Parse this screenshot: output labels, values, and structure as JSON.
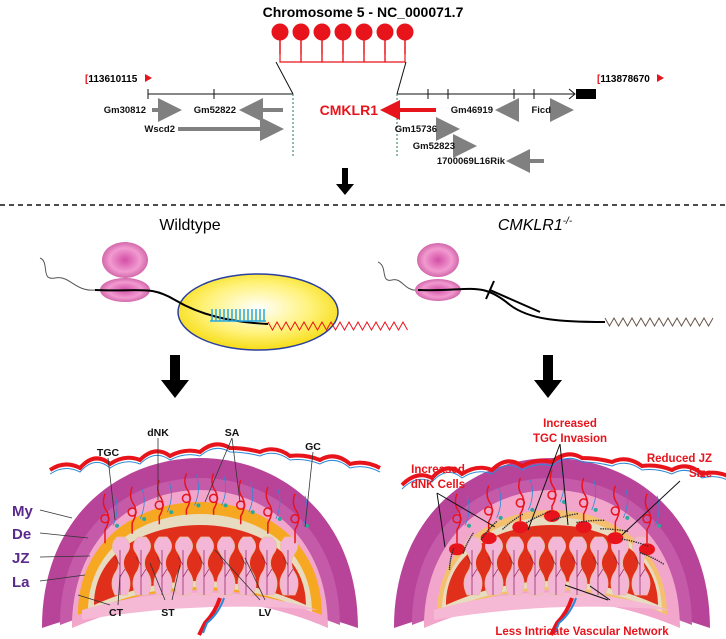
{
  "title": "Chromosome 5 - NC_000071.7",
  "coords": {
    "start": "113610115",
    "end": "113878670"
  },
  "genes": {
    "gm30812": "Gm30812",
    "gm52822": "Gm52822",
    "wscd2": "Wscd2",
    "cmklr1": "CMKLR1",
    "gm46919": "Gm46919",
    "ficd": "Ficd",
    "gm15736": "Gm15736",
    "gm52823": "Gm52823",
    "l16rik": "1700069L16Rik"
  },
  "panels": {
    "wildtype": "Wildtype",
    "knockout": "CMKLR1",
    "knockout_sup": "-/-"
  },
  "left_labels": {
    "tgc": "TGC",
    "dnk": "dNK",
    "sa": "SA",
    "gc": "GC",
    "my": "My",
    "de": "De",
    "jz": "JZ",
    "la": "La",
    "ct": "CT",
    "st": "ST",
    "lv": "LV"
  },
  "right_labels": {
    "dnk1": "Increased",
    "dnk2": "dNK Cells",
    "tgc1": "Increased",
    "tgc2": "TGC Invasion",
    "jz1": "Reduced JZ",
    "jz2": "Size",
    "vasc": "Less Intricate Vascular Network"
  },
  "colors": {
    "red": "#e8141c",
    "gray": "#808080",
    "magenta": "#b8449a",
    "pink": "#f2a6cc",
    "orange": "#f7a823",
    "purple": "#5a2a8c"
  }
}
